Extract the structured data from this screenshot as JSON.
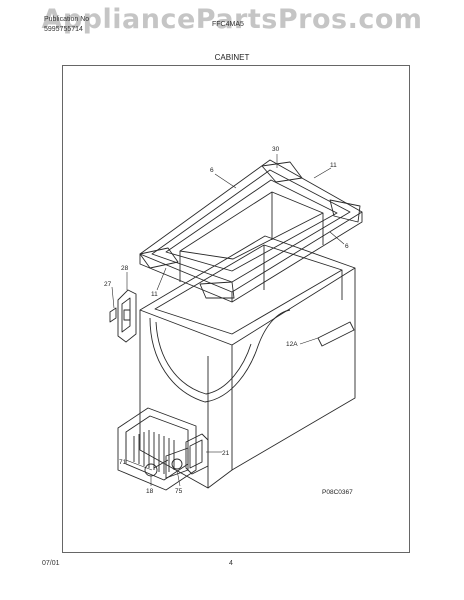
{
  "watermark": "AppliancePartsPros.com",
  "header": {
    "left_line1": "Publication No",
    "left_line2": "5995755714",
    "model": "FFC4MA5",
    "section": "CABINET"
  },
  "diagram": {
    "parts": {
      "p30": "30",
      "p6a": "6",
      "p11a": "11",
      "p6b": "6",
      "p11b": "11",
      "p28": "28",
      "p27": "27",
      "p12a": "12A",
      "p21": "21",
      "p71": "71",
      "p18": "18",
      "p75": "75"
    },
    "code": "P08C0367"
  },
  "footer": {
    "date": "07/01",
    "page": "4"
  }
}
